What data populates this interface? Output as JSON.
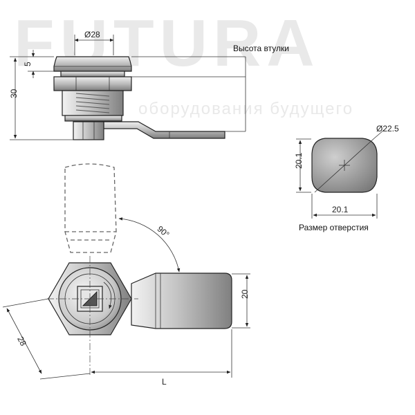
{
  "watermark": {
    "brand": "FUTURA",
    "tagline": "оборудования будущего"
  },
  "side_view": {
    "dim_diameter": "Ø28",
    "dim_top": "5",
    "dim_height": "30",
    "label_bushing": "Высота втулки"
  },
  "hole_view": {
    "dim_diameter": "Ø22.5",
    "dim_height": "20.1",
    "dim_width": "20.1",
    "caption": "Размер отверстия"
  },
  "front_view": {
    "dim_angle": "90°",
    "dim_width": "20",
    "dim_hex": "28",
    "dim_length": "L"
  },
  "colors": {
    "metal_light": "#d9d9d9",
    "metal_mid": "#a8a8a8",
    "metal_dark": "#6e6e6e",
    "line": "#222222"
  }
}
